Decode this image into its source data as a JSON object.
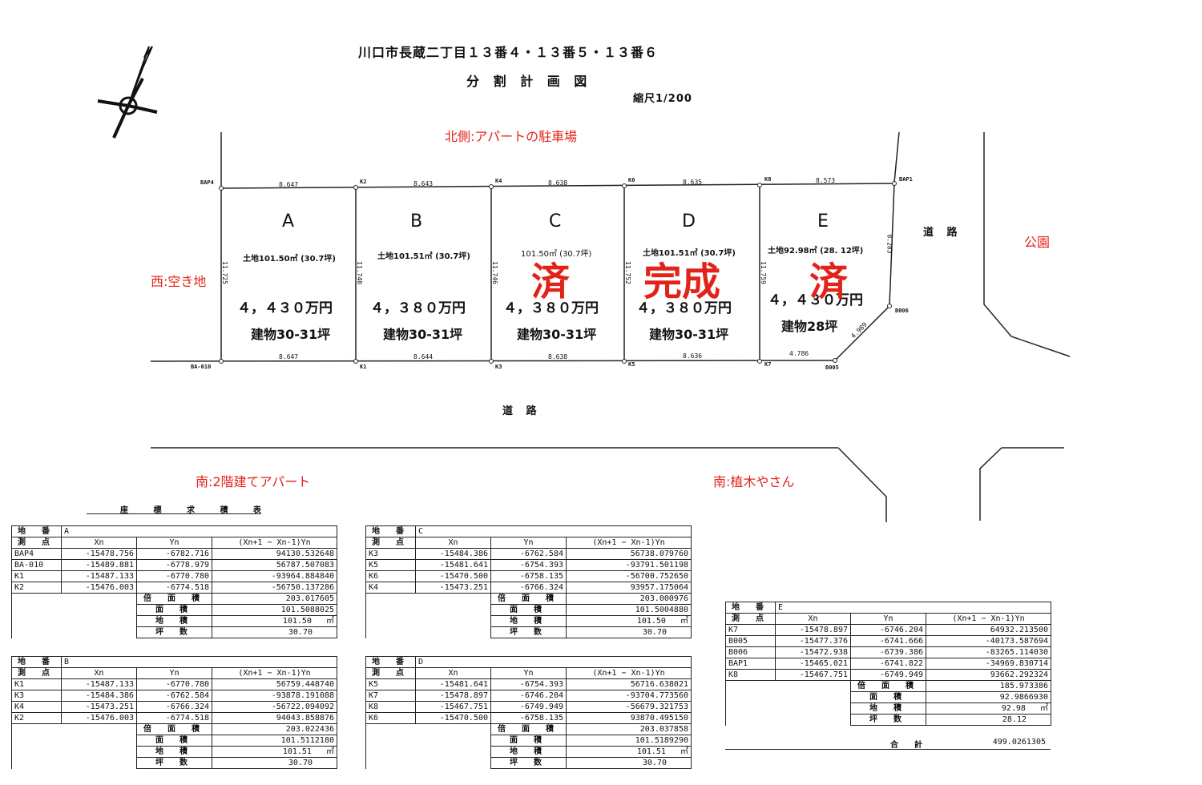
{
  "header": {
    "title": "川口市長蔵二丁目１３番４・１３番５・１３番６",
    "subtitle": "分 割 計 画 図",
    "scale": "縮尺1/200"
  },
  "surroundings": {
    "north": "北側:アパートの駐車場",
    "west": "西:空き地",
    "park": "公園",
    "south_left": "南:2階建てアパート",
    "south_right": "南:植木やさん",
    "road_east": "道 路",
    "road_south": "道 路"
  },
  "stamps": {
    "sold1": "済",
    "completed": "完成",
    "sold2": "済"
  },
  "lots": [
    {
      "id": "A",
      "land": "土地101.50㎡ (30.7坪)",
      "price": "４，４３０万円",
      "building": "建物30-31坪"
    },
    {
      "id": "B",
      "land": "土地101.51㎡ (30.7坪)",
      "price": "４，３８０万円",
      "building": "建物30-31坪"
    },
    {
      "id": "C",
      "land": "101.50㎡ (30.7坪)",
      "price": "４，３８０万円",
      "building": "建物30-31坪"
    },
    {
      "id": "D",
      "land": "土地101.51㎡ (30.7坪)",
      "price": "４，３８０万円",
      "building": "建物30-31坪"
    },
    {
      "id": "E",
      "land": "土地92.98㎡ (28. 12坪)",
      "price": "４，４３０万円",
      "building": "建物28坪"
    }
  ],
  "points": {
    "BAP4": "BAP4",
    "K2": "K2",
    "K4": "K4",
    "K6": "K6",
    "K8": "K8",
    "BAP1": "BAP1",
    "BA010": "BA-010",
    "K1": "K1",
    "K3": "K3",
    "K5": "K5",
    "K7": "K7",
    "B005": "B005",
    "B006": "B006"
  },
  "dimensions": {
    "top": [
      "8.647",
      "8.643",
      "8.638",
      "8.635",
      "8.573"
    ],
    "bottom": [
      "8.647",
      "8.644",
      "8.638",
      "8.636",
      "4.786"
    ],
    "sides": [
      "11.725",
      "11.740",
      "11.746",
      "11.752",
      "11.759",
      "8.283"
    ],
    "diag": "4.989"
  },
  "coord_table_title": "座 標 求 積 表",
  "tables": {
    "A": {
      "lot_label": "地 番",
      "lot": "A",
      "pt_label": "測 点",
      "h_xn": "Xn",
      "h_yn": "Yn",
      "h_calc": "(Xn+1 − Xn-1)Yn",
      "rows": [
        [
          "BAP4",
          "-15478.756",
          "-6782.716",
          "94130.532648"
        ],
        [
          "BA-010",
          "-15489.881",
          "-6778.979",
          "56787.507083"
        ],
        [
          "K1",
          "-15487.133",
          "-6770.780",
          "-93964.884840"
        ],
        [
          "K2",
          "-15476.003",
          "-6774.518",
          "-56750.137286"
        ]
      ],
      "double_area_label": "倍 面 積",
      "double_area": "203.017605",
      "area_label": "面 積",
      "area": "101.5088025",
      "land_label": "地 積",
      "land": "101.50",
      "land_unit": "㎡",
      "tsubo_label": "坪 数",
      "tsubo": "30.70"
    },
    "B": {
      "lot_label": "地 番",
      "lot": "B",
      "pt_label": "測 点",
      "h_xn": "Xn",
      "h_yn": "Yn",
      "h_calc": "(Xn+1 − Xn-1)Yn",
      "rows": [
        [
          "K1",
          "-15487.133",
          "-6770.780",
          "56759.448740"
        ],
        [
          "K3",
          "-15484.386",
          "-6762.584",
          "-93878.191088"
        ],
        [
          "K4",
          "-15473.251",
          "-6766.324",
          "-56722.094092"
        ],
        [
          "K2",
          "-15476.003",
          "-6774.518",
          "94043.858876"
        ]
      ],
      "double_area_label": "倍 面 積",
      "double_area": "203.022436",
      "area_label": "面 積",
      "area": "101.5112180",
      "land_label": "地 積",
      "land": "101.51",
      "land_unit": "㎡",
      "tsubo_label": "坪 数",
      "tsubo": "30.70"
    },
    "C": {
      "lot_label": "地 番",
      "lot": "C",
      "pt_label": "測 点",
      "h_xn": "Xn",
      "h_yn": "Yn",
      "h_calc": "(Xn+1 − Xn-1)Yn",
      "rows": [
        [
          "K3",
          "-15484.386",
          "-6762.584",
          "56738.079760"
        ],
        [
          "K5",
          "-15481.641",
          "-6754.393",
          "-93791.501198"
        ],
        [
          "K6",
          "-15470.500",
          "-6758.135",
          "-56700.752650"
        ],
        [
          "K4",
          "-15473.251",
          "-6766.324",
          "93957.175064"
        ]
      ],
      "double_area_label": "倍 面 積",
      "double_area": "203.000976",
      "area_label": "面 積",
      "area": "101.5004880",
      "land_label": "地 積",
      "land": "101.50",
      "land_unit": "㎡",
      "tsubo_label": "坪 数",
      "tsubo": "30.70"
    },
    "D": {
      "lot_label": "地 番",
      "lot": "D",
      "pt_label": "測 点",
      "h_xn": "Xn",
      "h_yn": "Yn",
      "h_calc": "(Xn+1 − Xn-1)Yn",
      "rows": [
        [
          "K5",
          "-15481.641",
          "-6754.393",
          "56716.638021"
        ],
        [
          "K7",
          "-15478.897",
          "-6746.204",
          "-93704.773560"
        ],
        [
          "K8",
          "-15467.751",
          "-6749.949",
          "-56679.321753"
        ],
        [
          "K6",
          "-15470.500",
          "-6758.135",
          "93870.495150"
        ]
      ],
      "double_area_label": "倍 面 積",
      "double_area": "203.037858",
      "area_label": "面 積",
      "area": "101.5189290",
      "land_label": "地 積",
      "land": "101.51",
      "land_unit": "㎡",
      "tsubo_label": "坪 数",
      "tsubo": "30.70"
    },
    "E": {
      "lot_label": "地 番",
      "lot": "E",
      "pt_label": "測 点",
      "h_xn": "Xn",
      "h_yn": "Yn",
      "h_calc": "(Xn+1 − Xn-1)Yn",
      "rows": [
        [
          "K7",
          "-15478.897",
          "-6746.204",
          "64932.213500"
        ],
        [
          "B005",
          "-15477.376",
          "-6741.666",
          "-40173.587694"
        ],
        [
          "B006",
          "-15472.938",
          "-6739.386",
          "-83265.114030"
        ],
        [
          "BAP1",
          "-15465.021",
          "-6741.822",
          "-34969.830714"
        ],
        [
          "K8",
          "-15467.751",
          "-6749.949",
          "93662.292324"
        ]
      ],
      "double_area_label": "倍 面 積",
      "double_area": "185.973386",
      "area_label": "面 積",
      "area": "92.9866930",
      "land_label": "地 積",
      "land": "92.98",
      "land_unit": "㎡",
      "tsubo_label": "坪 数",
      "tsubo": "28.12"
    }
  },
  "total": {
    "label": "合 計",
    "value": "499.0261305"
  }
}
